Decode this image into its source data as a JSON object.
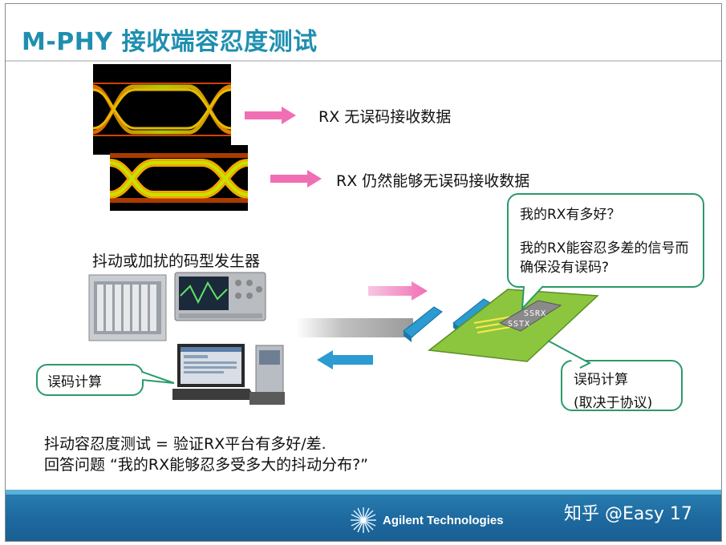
{
  "title": "M-PHY 接收端容忍度测试",
  "eye1_text": "RX 无误码接收数据",
  "eye2_text": "RX 仍然能够无误码接收数据",
  "generator_label": "抖动或加扰的码型发生器",
  "error_calc_label": "误码计算",
  "callout_question_1": "我的RX有多好？",
  "callout_question_2": "我的RX能容忍多差的信号而确保没有误码?",
  "chip_labels": [
    "SSRX",
    "SSTX"
  ],
  "protocol_callout_line1": "误码计算",
  "protocol_callout_line2": "(取决于协议)",
  "summary_line1": "抖动容忍度测试 = 验证RX平台有多好/差.",
  "summary_line2": "回答问题 “我的RX能够忍多受多大的抖动分布?”",
  "footer_logo_text": "Agilent Technologies",
  "watermark": "知乎 @Easy 17",
  "colors": {
    "title": "#1f8fb0",
    "arrow_pink": "#f06fb4",
    "arrow_blue": "#2b9bd1",
    "footer": "#1d6aa0",
    "board": "#8cc63f"
  }
}
